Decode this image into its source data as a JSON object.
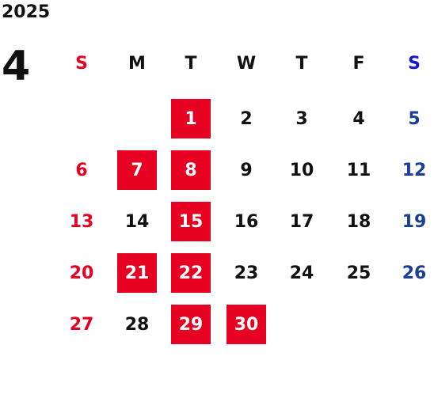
{
  "year": "2025",
  "month": "4",
  "weekday_headers": [
    "S",
    "M",
    "T",
    "W",
    "T",
    "F",
    "S"
  ],
  "colors": {
    "sunday": "#e60021",
    "saturday": "#1c3f95",
    "weekday": "#111111",
    "highlight_bg": "#e60021",
    "highlight_text": "#ffffff",
    "saturday_header": "#1515d6"
  },
  "first_weekday": 2,
  "days_in_month": 30,
  "highlighted_days": [
    1,
    7,
    8,
    15,
    21,
    22,
    29,
    30
  ]
}
